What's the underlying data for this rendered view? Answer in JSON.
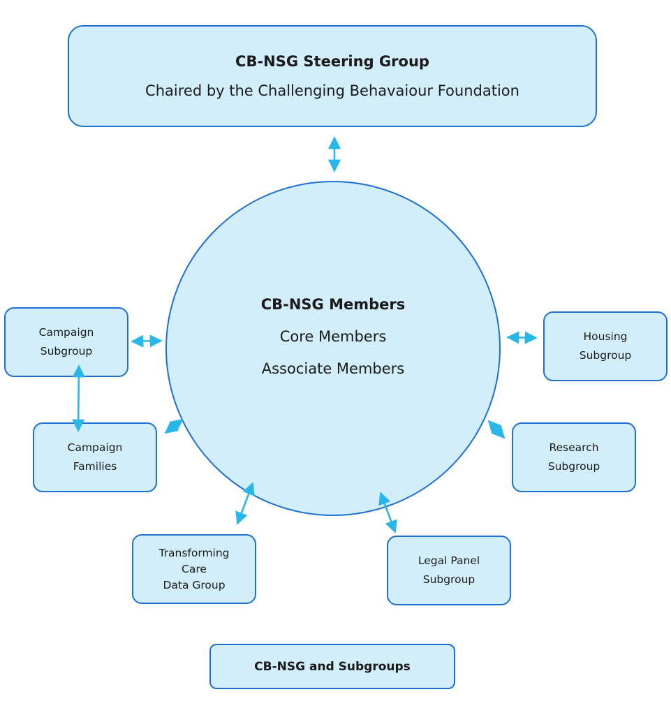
{
  "steering_group": {
    "title": "CB-NSG Steering Group",
    "subtitle": "Chaired by the Challenging Behavaiour Foundation"
  },
  "members": {
    "title": "CB-NSG Members",
    "lines": [
      "Core Members",
      "Associate Members"
    ]
  },
  "subgroups": {
    "campaign_subgroup": [
      "Campaign",
      "Subgroup"
    ],
    "campaign_families": [
      "Campaign",
      "Families"
    ],
    "transforming_care": [
      "Transforming",
      "Care",
      "Data Group"
    ],
    "legal_panel": [
      "Legal Panel",
      "Subgroup"
    ],
    "research": [
      "Research",
      "Subgroup"
    ],
    "housing": [
      "Housing",
      "Subgroup"
    ]
  },
  "footer": {
    "title": "CB-NSG and Subgroups"
  },
  "colors": {
    "box_fill": "#d2eefa",
    "box_border": "#1f6fd1",
    "arrow": "#29b6e8"
  }
}
